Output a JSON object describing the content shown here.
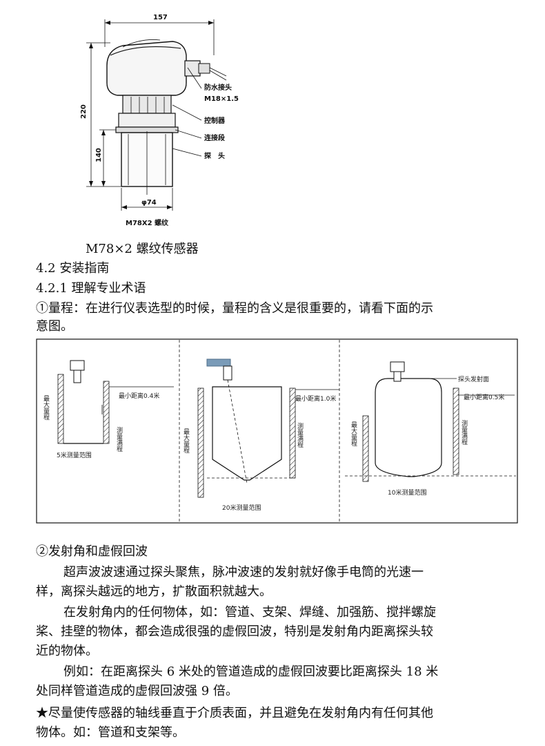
{
  "sensor_drawing": {
    "dim_width": "157",
    "dim_height_total": "220",
    "dim_height_probe": "140",
    "dim_diameter": "φ74",
    "callout_waterproof": "防水接头",
    "callout_waterproof_spec": "M18×1.5",
    "callout_controller": "控制器",
    "callout_connector": "连接段",
    "callout_probe": "探　头",
    "thread_label": "M78X2 螺纹"
  },
  "caption": "M78×2 螺纹传感器",
  "section_42": "4.2 安装指南",
  "section_421": "4.2.1 理解专业术语",
  "range_para_line1": "①量程：在进行仪表选型的时候，量程的含义是很重要的，请看下面的示",
  "range_para_line2": "意图。",
  "range_diagram": {
    "d1": {
      "max_range": "最大量程",
      "min_dist": "最小距离0.4米",
      "meas_range": "测量满程",
      "span": "5米测量范围"
    },
    "d2": {
      "max_range": "最大量程",
      "min_dist": "最小距离1.0米",
      "meas_range": "测量满程",
      "span": "20米测量范围"
    },
    "d3": {
      "emit_face": "探头发射面",
      "max_range": "最大量程",
      "min_dist": "最小距离0.5米",
      "meas_range": "测量满程",
      "span": "10米测量范围"
    }
  },
  "section2_title": "②发射角和虚假回波",
  "para1_line1": "超声波波速通过探头聚焦，脉冲波速的发射就好像手电筒的光速一",
  "para1_line2": "样，离探头越远的地方，扩散面积就越大。",
  "para2_line1": "在发射角内的任何物体，如：管道、支架、焊缝、加强筋、搅拌螺旋",
  "para2_line2": "桨、挂壁的物体，都会造成很强的虚假回波，特别是发射角内距离探头较",
  "para2_line3": "近的物体。",
  "para3_line1": "例如：在距离探头 6 米处的管道造成的虚假回波要比距离探头 18 米",
  "para3_line2": "处同样管道造成的虚假回波强 9 倍。",
  "note_line1": "★尽量使传感器的轴线垂直于介质表面，并且避免在发射角内有任何其他",
  "note_line2": "物体。如：管道和支架等。"
}
